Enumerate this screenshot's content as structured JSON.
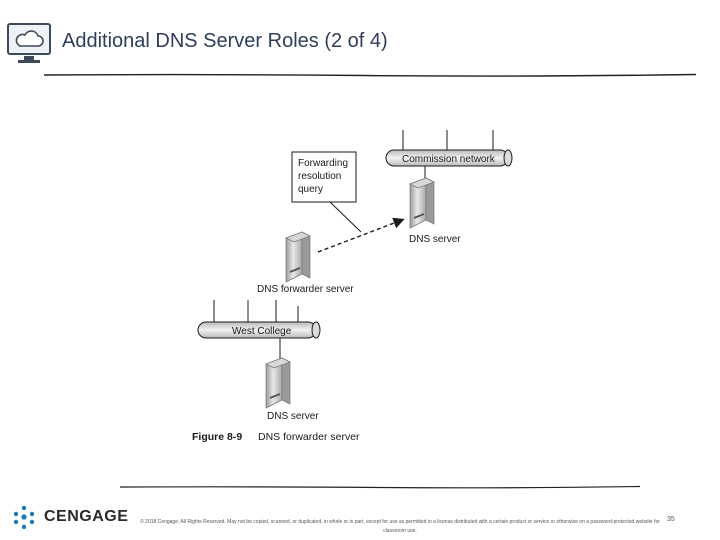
{
  "slide": {
    "title": "Additional DNS Server Roles (2 of 4)",
    "page_number": "35",
    "copyright": "© 2018 Cengage. All Rights Reserved. May not be copied, scanned, or duplicated, in whole or in part, except for use as permitted in a license distributed with a certain product or service or otherwise on a password-protected website for classroom use."
  },
  "brand": {
    "logo_text": "CENGAGE",
    "accent": "#1a7ab5",
    "title_color": "#2f3e5c"
  },
  "figure": {
    "commission_network": "Commission network",
    "west_college": "West College",
    "dns_server_top": "DNS server",
    "dns_forwarder_server": "DNS forwarder server",
    "dns_server_bottom": "DNS server",
    "callout_line1": "Forwarding",
    "callout_line2": "resolution",
    "callout_line3": "query",
    "caption_label": "Figure 8-9",
    "caption_text": "DNS forwarder server"
  }
}
